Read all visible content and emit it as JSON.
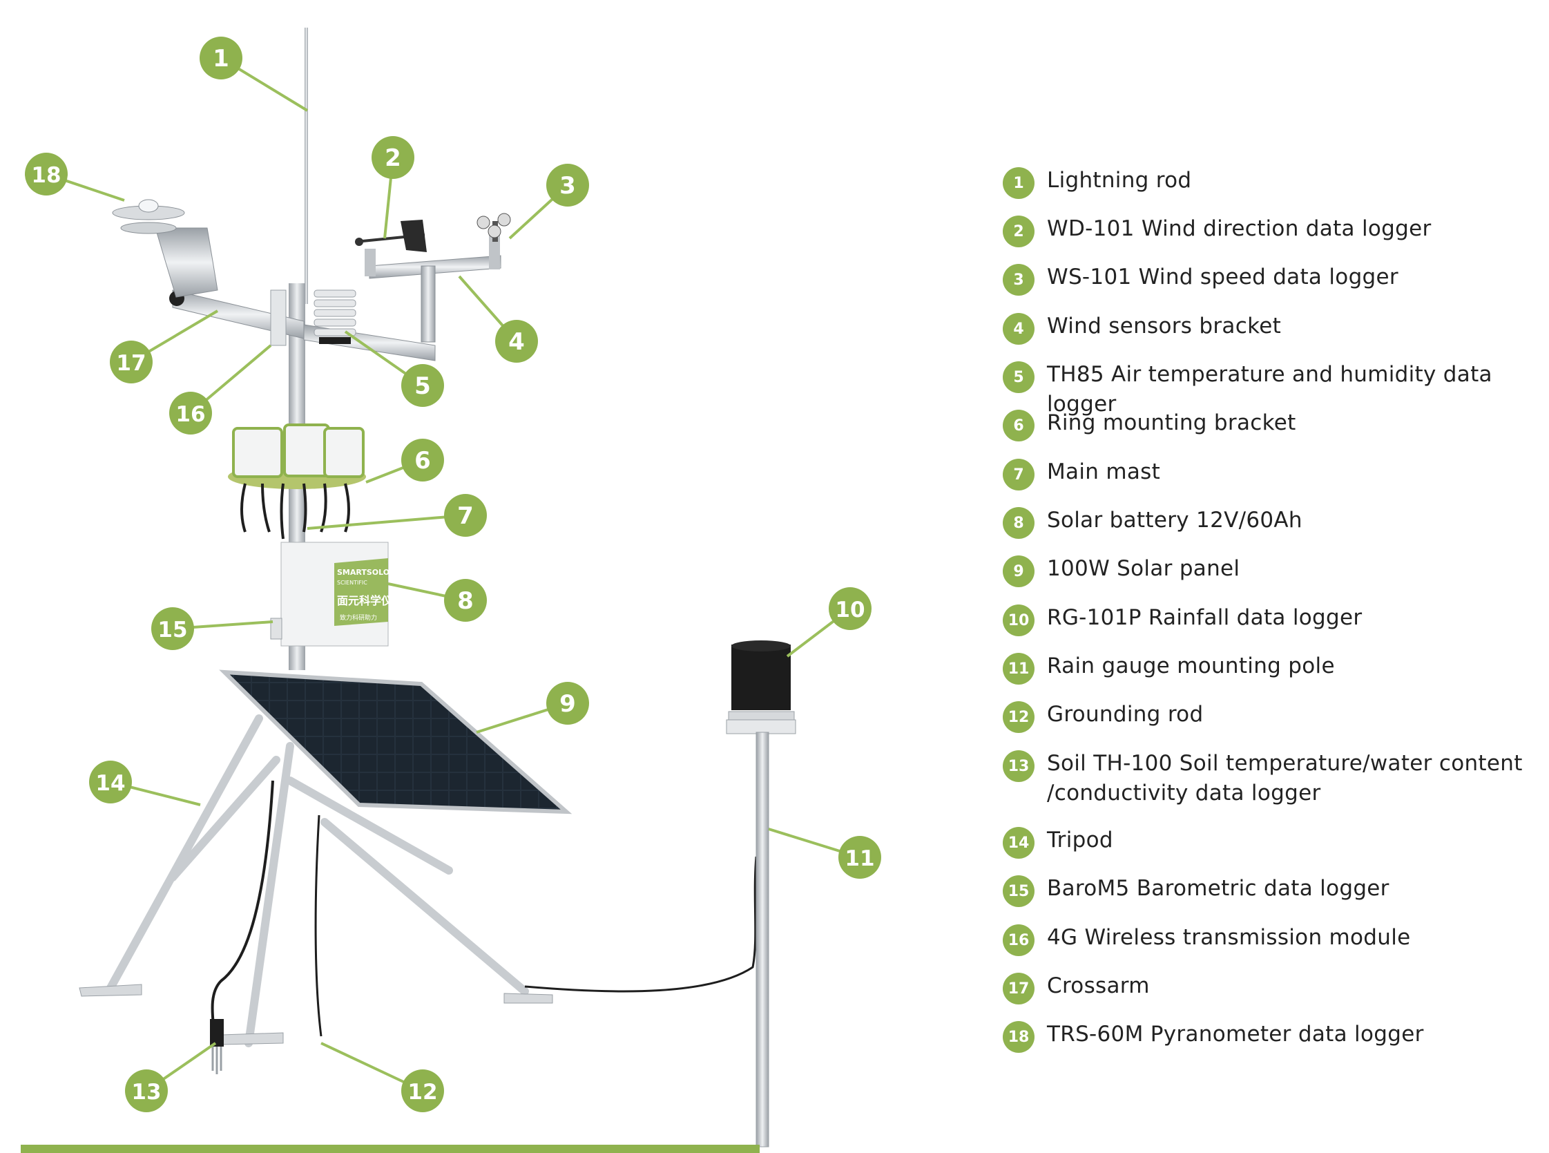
{
  "diagram": {
    "colors": {
      "accent": "#8fb24e",
      "leader": "#9bbf5c",
      "metal": "#c8ccd0",
      "dark": "#2a2a2a",
      "panel": "#1f2a36"
    },
    "device_label": {
      "brand": "SMARTSOLO",
      "brand_sub": "SCIENTIFIC",
      "chinese": "面元科学仪器",
      "tagline": "致力科研助力"
    },
    "callouts": [
      {
        "num": "1"
      },
      {
        "num": "2"
      },
      {
        "num": "3"
      },
      {
        "num": "4"
      },
      {
        "num": "5"
      },
      {
        "num": "6"
      },
      {
        "num": "7"
      },
      {
        "num": "8"
      },
      {
        "num": "9"
      },
      {
        "num": "10"
      },
      {
        "num": "11"
      },
      {
        "num": "12"
      },
      {
        "num": "13"
      },
      {
        "num": "14"
      },
      {
        "num": "15"
      },
      {
        "num": "16"
      },
      {
        "num": "17"
      },
      {
        "num": "18"
      }
    ]
  },
  "legend": {
    "items": [
      {
        "num": "1",
        "text": "Lightning rod"
      },
      {
        "num": "2",
        "text": "WD-101 Wind direction data logger"
      },
      {
        "num": "3",
        "text": "WS-101  Wind speed data logger"
      },
      {
        "num": "4",
        "text": "Wind sensors bracket"
      },
      {
        "num": "5",
        "text": "TH85 Air temperature and humidity data logger"
      },
      {
        "num": "6",
        "text": "Ring mounting bracket"
      },
      {
        "num": "7",
        "text": "Main mast"
      },
      {
        "num": "8",
        "text": "Solar battery 12V/60Ah"
      },
      {
        "num": "9",
        "text": "100W Solar panel"
      },
      {
        "num": "10",
        "text": "RG-101P  Rainfall data logger"
      },
      {
        "num": "11",
        "text": "Rain gauge mounting pole"
      },
      {
        "num": "12",
        "text": "Grounding rod"
      },
      {
        "num": "13",
        "text": "Soil TH-100 Soil temperature/water content",
        "text2": "/conductivity data logger"
      },
      {
        "num": "14",
        "text": "Tripod"
      },
      {
        "num": "15",
        "text": "BaroM5 Barometric data logger"
      },
      {
        "num": "16",
        "text": "4G Wireless transmission module"
      },
      {
        "num": "17",
        "text": "Crossarm"
      },
      {
        "num": "18",
        "text": "TRS-60M Pyranometer data logger"
      }
    ]
  }
}
